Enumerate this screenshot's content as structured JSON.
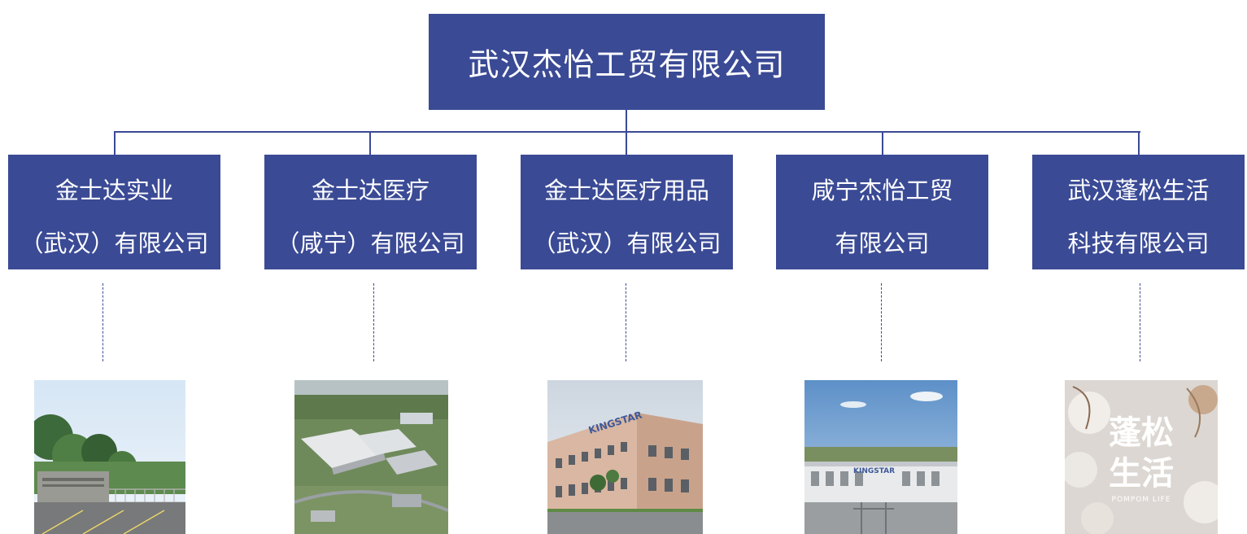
{
  "root": {
    "title": "武汉杰怡工贸有限公司"
  },
  "companies": [
    {
      "line1": "金士达实业",
      "line2": "（武汉）有限公司",
      "image": "factory-gate-photo"
    },
    {
      "line1": "金士达医疗",
      "line2": "（咸宁）有限公司",
      "image": "aerial-factory-photo"
    },
    {
      "line1": "金士达医疗用品",
      "line2": "（武汉）有限公司",
      "image": "factory-building-photo"
    },
    {
      "line1": "咸宁杰怡工贸",
      "line2": "有限公司",
      "image": "factory-panorama-photo"
    },
    {
      "line1": "武汉蓬松生活",
      "line2": "科技有限公司",
      "image": "cotton-brand-photo"
    }
  ],
  "photo_text": {
    "sign_text": "KINGSTAR",
    "brand_cn_line1": "蓬松",
    "brand_cn_line2": "生活",
    "brand_en": "POMPOM LIFE"
  },
  "colors": {
    "box_fill": "#3a4a95",
    "box_text": "#ffffff",
    "connector": "#3a4a95"
  }
}
